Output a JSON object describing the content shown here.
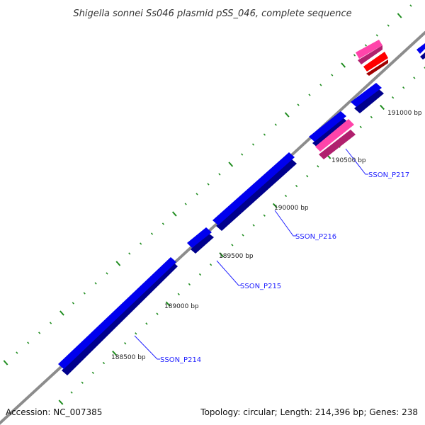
{
  "title": "Shigella sonnei Ss046 plasmid pSS_046, complete sequence",
  "accession": "Accession: NC_007385",
  "summary": "Topology: circular; Length: 214,396 bp; Genes: 238",
  "ruler_labels": [
    "188500 bp",
    "189000 bp",
    "189500 bp",
    "190000 bp",
    "190500 bp",
    "191000 bp"
  ],
  "gene_labels": [
    "SSON_P214",
    "SSON_P215",
    "SSON_P216",
    "SSON_P217"
  ],
  "colors": {
    "backbone": "#8c8c8c",
    "cds": "#0000ee",
    "cds_side": "#00008c",
    "pink": "#ff44aa",
    "pink_side": "#b0206e",
    "red": "#ff0000",
    "red_side": "#a00000",
    "tick": "#1e8c1e",
    "label_line": "#2222ff"
  }
}
